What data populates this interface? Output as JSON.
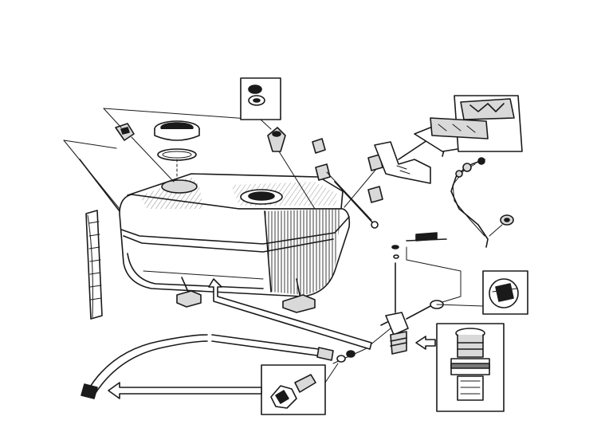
{
  "diagram": {
    "kind": "exploded-view",
    "colors": {
      "ink": "#1a1a1a",
      "paper": "#ffffff",
      "shade": "#7a7a7a",
      "light": "#d9d9d9"
    },
    "components": [
      "fuel-tank",
      "filler-cap",
      "filler-gasket",
      "tank-strap",
      "strap-clip",
      "mounting-pad",
      "rubber-grommet",
      "sender-bracket",
      "gauge-cable",
      "cable-nut",
      "fuel-tap",
      "tap-filter",
      "fuel-hose",
      "hose-fitting",
      "banjo-union",
      "tank-foam-strip"
    ],
    "callout_boxes": [
      "grommet-detail",
      "bracket-detail",
      "tap-outlet-detail",
      "tap-body-detail",
      "banjo-detail"
    ]
  }
}
